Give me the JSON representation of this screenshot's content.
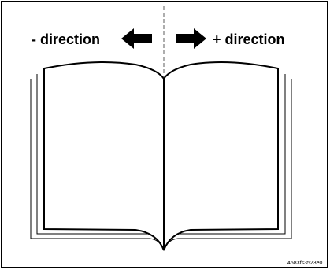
{
  "labels": {
    "minus_direction": "- direction",
    "plus_direction": "+ direction",
    "figure_code": "4583fs3523e0"
  },
  "colors": {
    "stroke": "#000000",
    "background": "#ffffff",
    "divider": "#777777"
  },
  "icons": {
    "left_arrow": "left-arrow-icon",
    "right_arrow": "right-arrow-icon"
  }
}
